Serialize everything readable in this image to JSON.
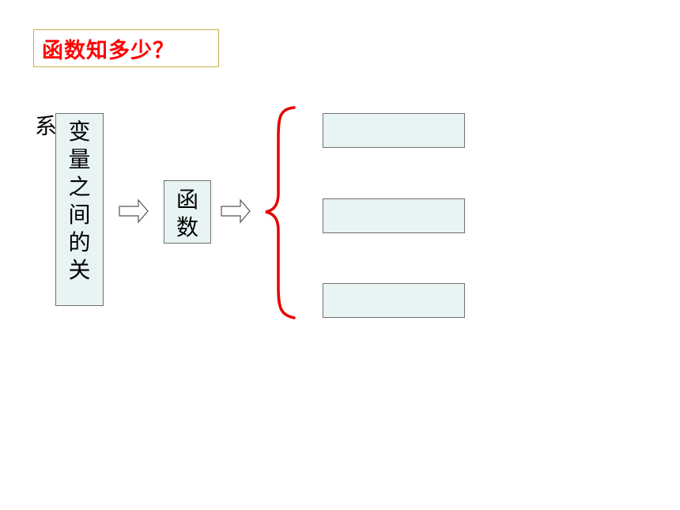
{
  "title": "函数知多少？",
  "variables_box": {
    "chars": [
      "变",
      "量",
      "之",
      "间",
      "的",
      "关"
    ],
    "overflow_char": "系"
  },
  "function_box": {
    "chars": [
      "函",
      "数"
    ]
  },
  "output_boxes": [
    "",
    "",
    ""
  ],
  "colors": {
    "title_text": "#ff0000",
    "title_border": "#c8b04a",
    "box_fill": "#e8f4f3",
    "box_border": "#6f6f6f",
    "brace": "#e60000",
    "arrow_fill": "#ffffff",
    "arrow_stroke": "#555555"
  },
  "icons": [
    "block-arrow-right-icon",
    "curly-brace-left-icon"
  ]
}
